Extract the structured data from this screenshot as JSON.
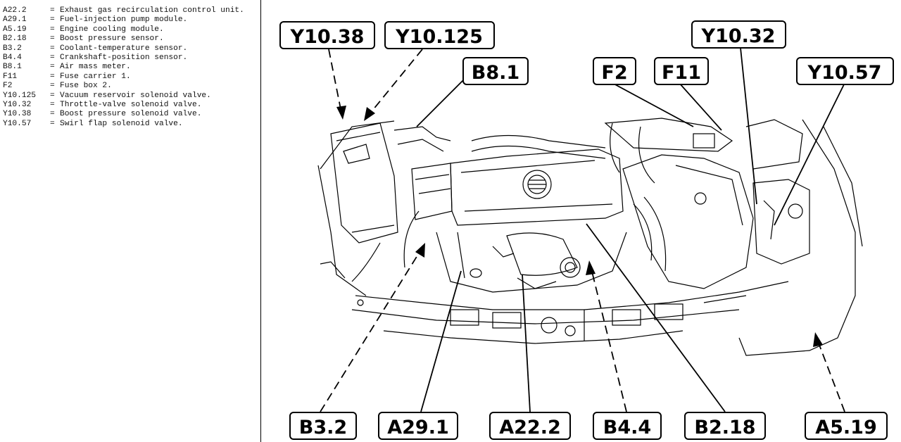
{
  "legend": [
    {
      "code": "A22.2",
      "desc": "Exhaust gas recirculation control unit."
    },
    {
      "code": "A29.1",
      "desc": "Fuel-injection pump module."
    },
    {
      "code": "A5.19",
      "desc": "Engine cooling module."
    },
    {
      "code": "B2.18",
      "desc": "Boost pressure sensor."
    },
    {
      "code": "B3.2",
      "desc": "Coolant-temperature sensor."
    },
    {
      "code": "B4.4",
      "desc": "Crankshaft-position sensor."
    },
    {
      "code": "B8.1",
      "desc": "Air mass meter."
    },
    {
      "code": "F11",
      "desc": "Fuse carrier 1."
    },
    {
      "code": "F2",
      "desc": "Fuse box 2."
    },
    {
      "code": "Y10.125",
      "desc": "Vacuum reservoir solenoid valve."
    },
    {
      "code": "Y10.32",
      "desc": "Throttle-valve solenoid valve."
    },
    {
      "code": "Y10.38",
      "desc": "Boost pressure solenoid valve."
    },
    {
      "code": "Y10.57",
      "desc": "Swirl flap solenoid valve."
    }
  ],
  "legend_sep": "=",
  "callouts": {
    "y10_38": "Y10.38",
    "y10_125": "Y10.125",
    "b8_1": "B8.1",
    "f2": "F2",
    "f11": "F11",
    "y10_32": "Y10.32",
    "y10_57": "Y10.57",
    "b3_2": "B3.2",
    "a29_1": "A29.1",
    "a22_2": "A22.2",
    "b4_4": "B4.4",
    "b2_18": "B2.18",
    "a5_19": "A5.19"
  }
}
